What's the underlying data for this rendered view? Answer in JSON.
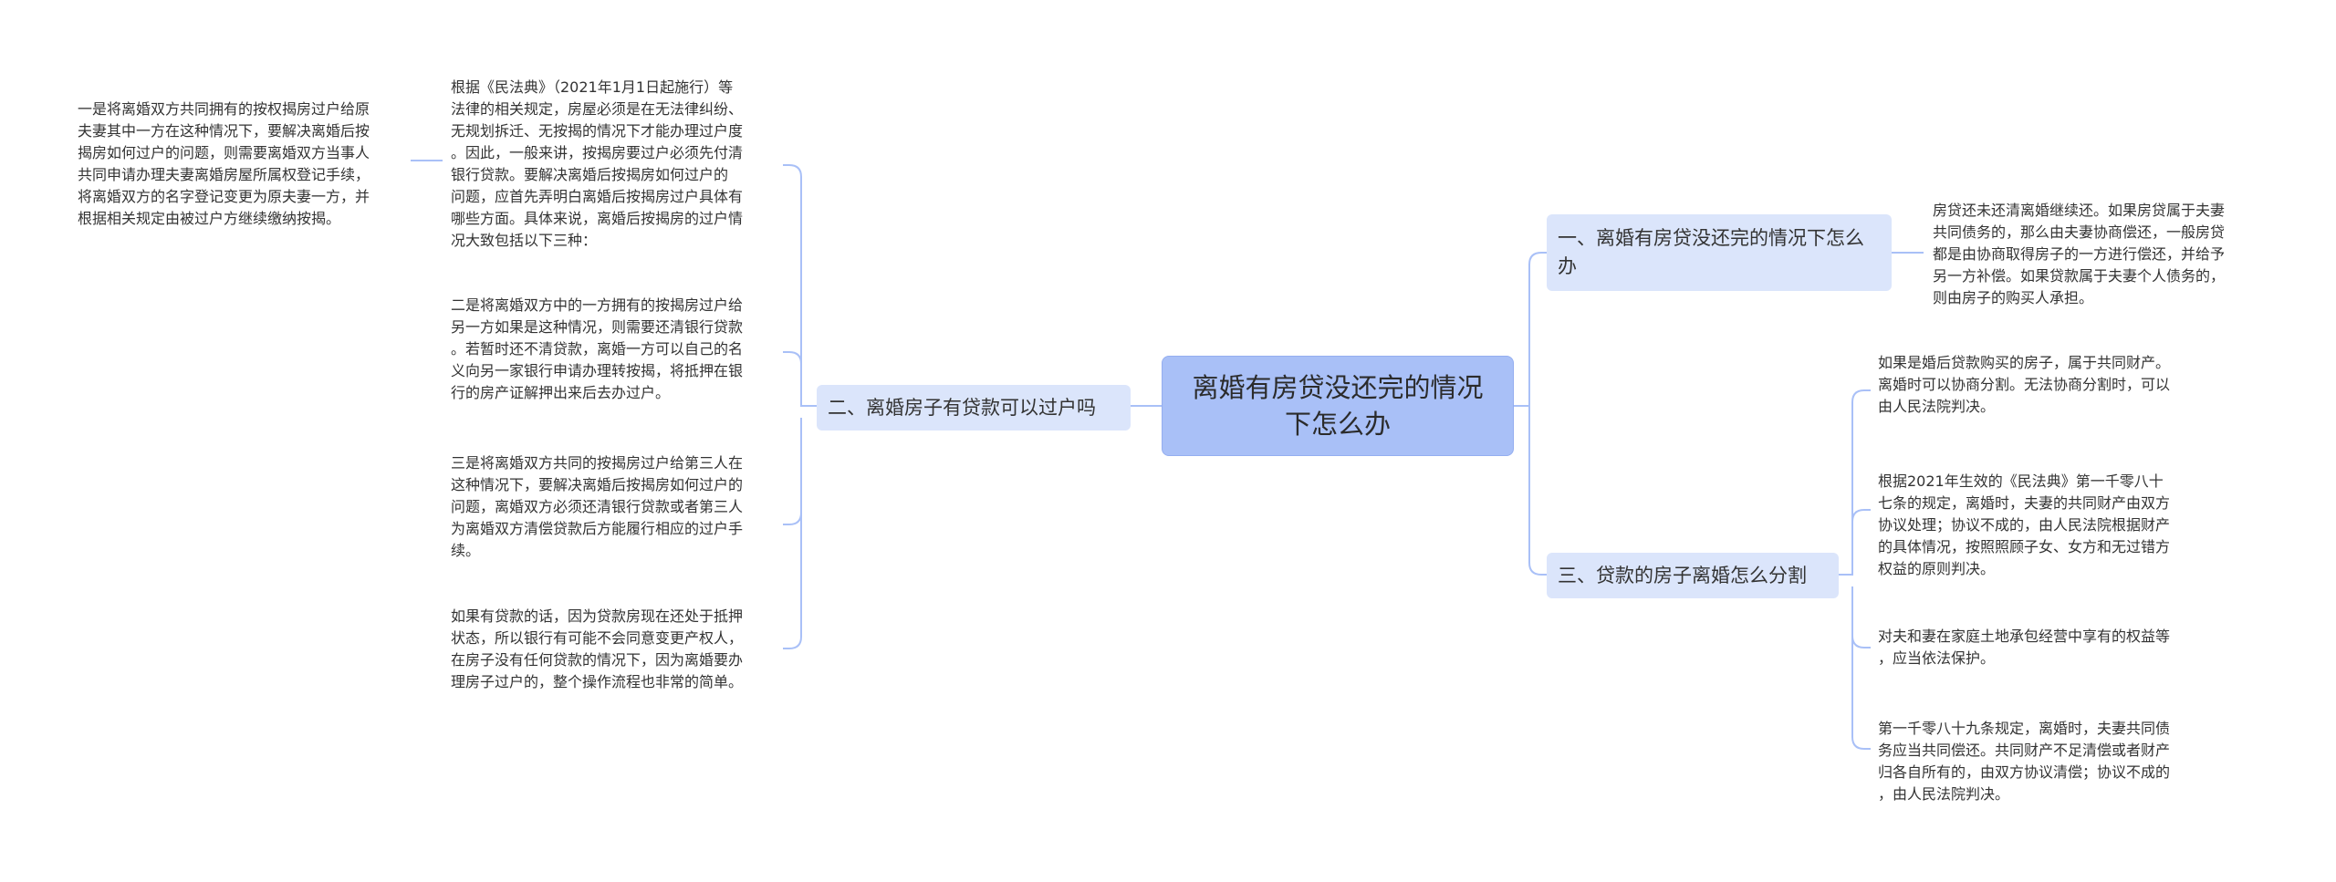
{
  "root": "离婚有房贷没还完的情况下怎么办",
  "branches": {
    "b1": "一、离婚有房贷没还完的情况下怎么办",
    "b2": "二、离婚房子有贷款可以过户吗",
    "b3": "三、贷款的房子离婚怎么分割"
  },
  "leaves": {
    "b1_1": "房贷还未还清离婚继续还。如果房贷属于夫妻\n共同债务的，那么由夫妻协商偿还，一般房贷\n都是由协商取得房子的一方进行偿还，并给予\n另一方补偿。如果贷款属于夫妻个人债务的，\n则由房子的购买人承担。",
    "b2_1": "根据《民法典》（2021年1月1日起施行）等\n法律的相关规定，房屋必须是在无法律纠纷、\n无规划拆迁、无按揭的情况下才能办理过户度\n。因此，一般来讲，按揭房要过户必须先付清\n银行贷款。要解决离婚后按揭房如何过户的\n问题，应首先弄明白离婚后按揭房过户具体有\n哪些方面。具体来说，离婚后按揭房的过户情\n况大致包括以下三种：",
    "b2_1_1": "一是将离婚双方共同拥有的按权揭房过户给原\n夫妻其中一方在这种情况下，要解决离婚后按\n揭房如何过户的问题，则需要离婚双方当事人\n共同申请办理夫妻离婚房屋所属权登记手续，\n将离婚双方的名字登记变更为原夫妻一方，并\n根据相关规定由被过户方继续缴纳按揭。",
    "b2_2": "二是将离婚双方中的一方拥有的按揭房过户给\n另一方如果是这种情况，则需要还清银行贷款\n。若暂时还不清贷款，离婚一方可以自己的名\n义向另一家银行申请办理转按揭，将抵押在银\n行的房产证解押出来后去办过户。",
    "b2_3": "三是将离婚双方共同的按揭房过户给第三人在\n这种情况下，要解决离婚后按揭房如何过户的\n问题，离婚双方必须还清银行贷款或者第三人\n为离婚双方清偿贷款后方能履行相应的过户手\n续。",
    "b2_4": "如果有贷款的话，因为贷款房现在还处于抵押\n状态，所以银行有可能不会同意变更产权人，\n在房子没有任何贷款的情况下，因为离婚要办\n理房子过户的，整个操作流程也非常的简单。",
    "b3_1": "如果是婚后贷款购买的房子，属于共同财产。\n离婚时可以协商分割。无法协商分割时，可以\n由人民法院判决。",
    "b3_2": "根据2021年生效的《民法典》第一千零八十\n七条的规定，离婚时，夫妻的共同财产由双方\n协议处理；协议不成的，由人民法院根据财产\n的具体情况，按照照顾子女、女方和无过错方\n权益的原则判决。",
    "b3_3": "对夫和妻在家庭土地承包经营中享有的权益等\n，应当依法保护。",
    "b3_4": "第一千零八十九条规定，离婚时，夫妻共同债\n务应当共同偿还。共同财产不足清偿或者财产\n归各自所有的，由双方协议清偿；协议不成的\n，由人民法院判决。"
  },
  "colors": {
    "line": "#a9c0f7",
    "root_fill": "#a9c0f7",
    "branch_fill": "#dbe5fb"
  }
}
